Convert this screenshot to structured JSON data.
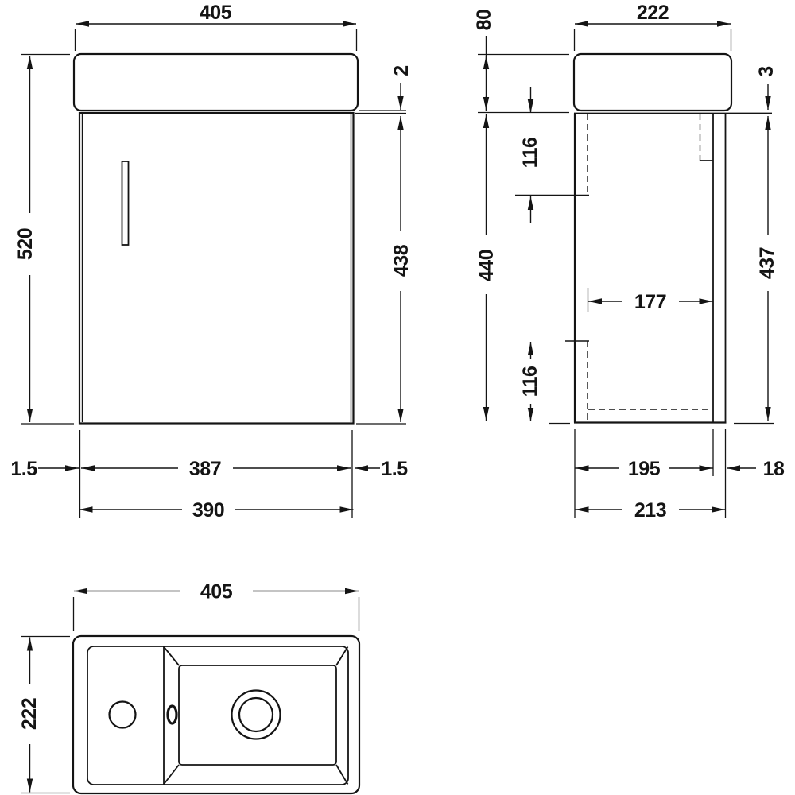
{
  "drawing": {
    "type": "technical-dimension-drawing",
    "subject": "wall-hung vanity basin unit, three orthographic views",
    "background": "#ffffff",
    "line_color": "#141414",
    "units_shown": "mm",
    "front": {
      "width_top": "405",
      "height_left": "520",
      "gap_right": "2",
      "cabinet_height": "438",
      "gap_left_bottom": "1.5",
      "door_width": "387",
      "gap_right_bottom": "1.5",
      "cabinet_width": "390"
    },
    "side": {
      "depth_top": "222",
      "basin_height": "80",
      "gap_top": "3",
      "hinge_top": "116",
      "internal_depth": "177",
      "hinge_bottom": "116",
      "height_left": "440",
      "height_right": "437",
      "depth_front": "195",
      "back_gap": "18",
      "depth_total": "213"
    },
    "plan": {
      "width_top": "405",
      "depth_left": "222"
    }
  }
}
